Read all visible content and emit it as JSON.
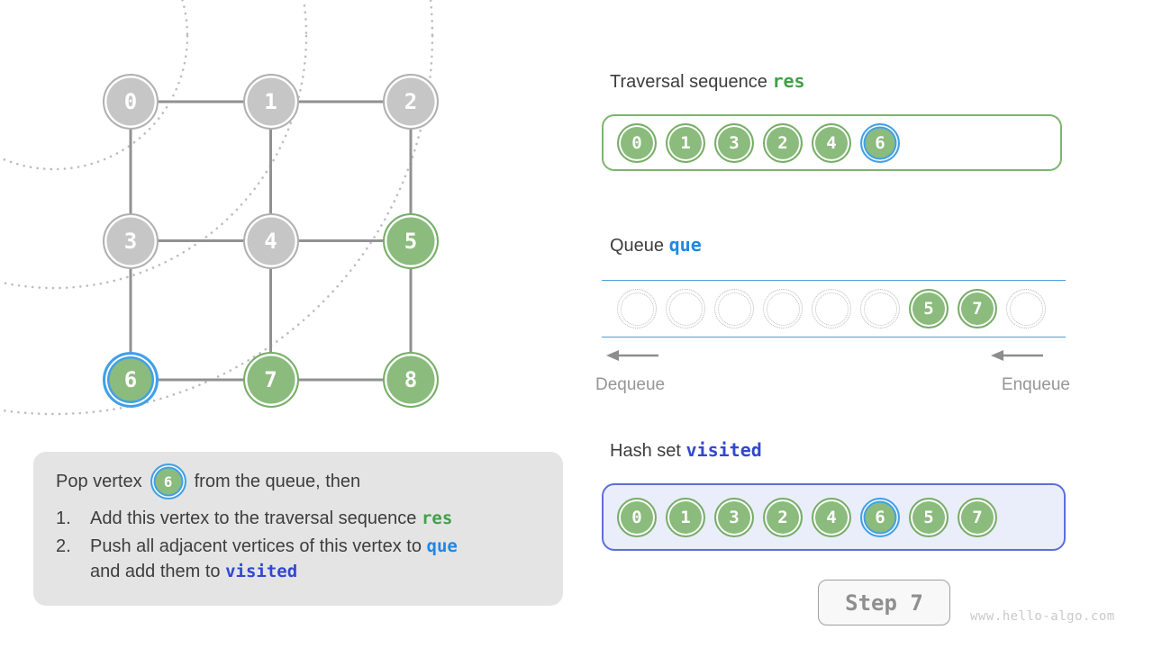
{
  "colors": {
    "green_fill": "#8bbb7d",
    "green_ring": "#77ae67",
    "gray_fill": "#c6c6c6",
    "gray_ring": "#b0b0b0",
    "highlight_blue": "#41a0e8",
    "res_green": "#43a047",
    "que_blue": "#1e88e5",
    "visited_blue": "#3048d0",
    "edge_gray": "#919191",
    "arc_gray": "#bdbdbd",
    "queue_line": "#4f9fd8",
    "text_dark": "#3d3d3d",
    "text_gray": "#969696",
    "box_gray": "#e4e4e4",
    "visited_bg": "#eaeefb",
    "visited_border": "#5c6fd8",
    "res_border": "#7cb56d",
    "step_border": "#9e9e9e",
    "step_text": "#8f8f8f",
    "watermark": "#c9c9c9"
  },
  "graph": {
    "vertices": [
      {
        "label": "0",
        "state": "explored"
      },
      {
        "label": "1",
        "state": "explored"
      },
      {
        "label": "2",
        "state": "explored"
      },
      {
        "label": "3",
        "state": "explored"
      },
      {
        "label": "4",
        "state": "explored"
      },
      {
        "label": "5",
        "state": "discovered"
      },
      {
        "label": "6",
        "state": "current"
      },
      {
        "label": "7",
        "state": "discovered"
      },
      {
        "label": "8",
        "state": "discovered"
      }
    ],
    "edges": [
      [
        0,
        1
      ],
      [
        1,
        2
      ],
      [
        3,
        4
      ],
      [
        4,
        5
      ],
      [
        6,
        7
      ],
      [
        7,
        8
      ],
      [
        0,
        3
      ],
      [
        3,
        6
      ],
      [
        1,
        4
      ],
      [
        4,
        7
      ],
      [
        2,
        5
      ],
      [
        5,
        8
      ]
    ]
  },
  "res_panel": {
    "title": "Traversal sequence",
    "code": "res",
    "items": [
      "0",
      "1",
      "3",
      "2",
      "4",
      "6"
    ]
  },
  "queue_panel": {
    "title": "Queue",
    "code": "que",
    "slots": [
      "",
      "",
      "",
      "",
      "",
      "",
      "5",
      "7",
      ""
    ],
    "dequeue_label": "Dequeue",
    "enqueue_label": "Enqueue"
  },
  "visited_panel": {
    "title": "Hash set",
    "code": "visited",
    "items": [
      "0",
      "1",
      "3",
      "2",
      "4",
      "6",
      "5",
      "7"
    ]
  },
  "explanation": {
    "pop_prefix": "Pop vertex",
    "pop_vertex": "6",
    "pop_suffix": "from the queue, then",
    "item1_num": "1.",
    "item1_text": "Add this vertex to the traversal sequence ",
    "item1_code": "res",
    "item2_num": "2.",
    "item2_text": "Push all adjacent vertices of this vertex to ",
    "item2_code": "que",
    "item2_text2": "and add them to ",
    "item2_code2": "visited"
  },
  "step_button": {
    "label": "Step 7"
  },
  "watermark": "www.hello-algo.com"
}
